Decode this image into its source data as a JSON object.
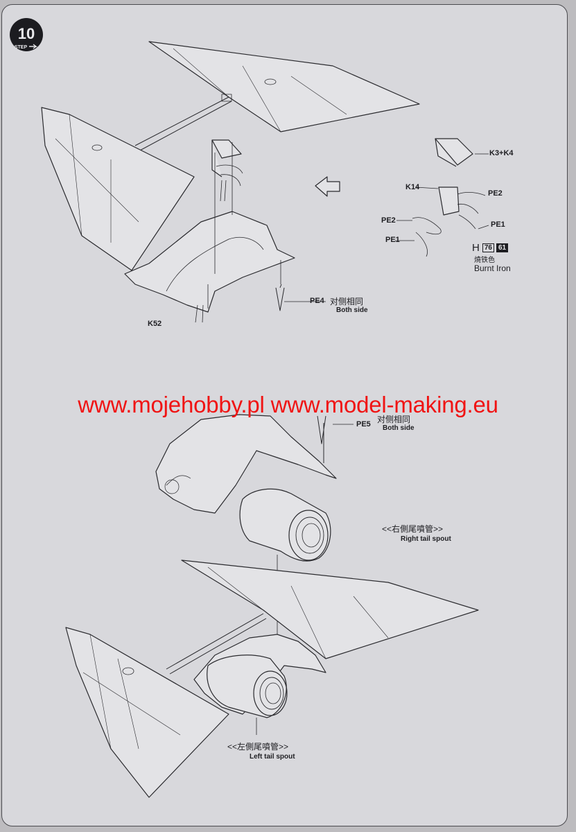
{
  "step": {
    "number": "10",
    "label": "STEP"
  },
  "parts": {
    "k3k4": "K3+K4",
    "k14": "K14",
    "pe2_right": "PE2",
    "pe2_left": "PE2",
    "pe1_right": "PE1",
    "pe1_left": "PE1",
    "k52": "K52",
    "pe4": "PE4",
    "pe5": "PE5"
  },
  "notes": {
    "pe4_cn": "对侧相同",
    "pe4_en": "Both side",
    "pe5_cn": "对侧相同",
    "pe5_en": "Both side",
    "right_spout_cn": "<<右側尾噴管>>",
    "right_spout_en": "Right tail spout",
    "left_spout_cn": "<<左側尾噴管>>",
    "left_spout_en": "Left tail spout"
  },
  "paint": {
    "prefix": "H",
    "code1": "76",
    "code2": "61",
    "name_cn": "燒铁色",
    "name_en": "Burnt Iron"
  },
  "watermark": "www.mojehobby.pl www.model-making.eu",
  "colors": {
    "paper": "#d8d8dc",
    "line": "#2a2a2e",
    "watermark": "#f01414"
  }
}
